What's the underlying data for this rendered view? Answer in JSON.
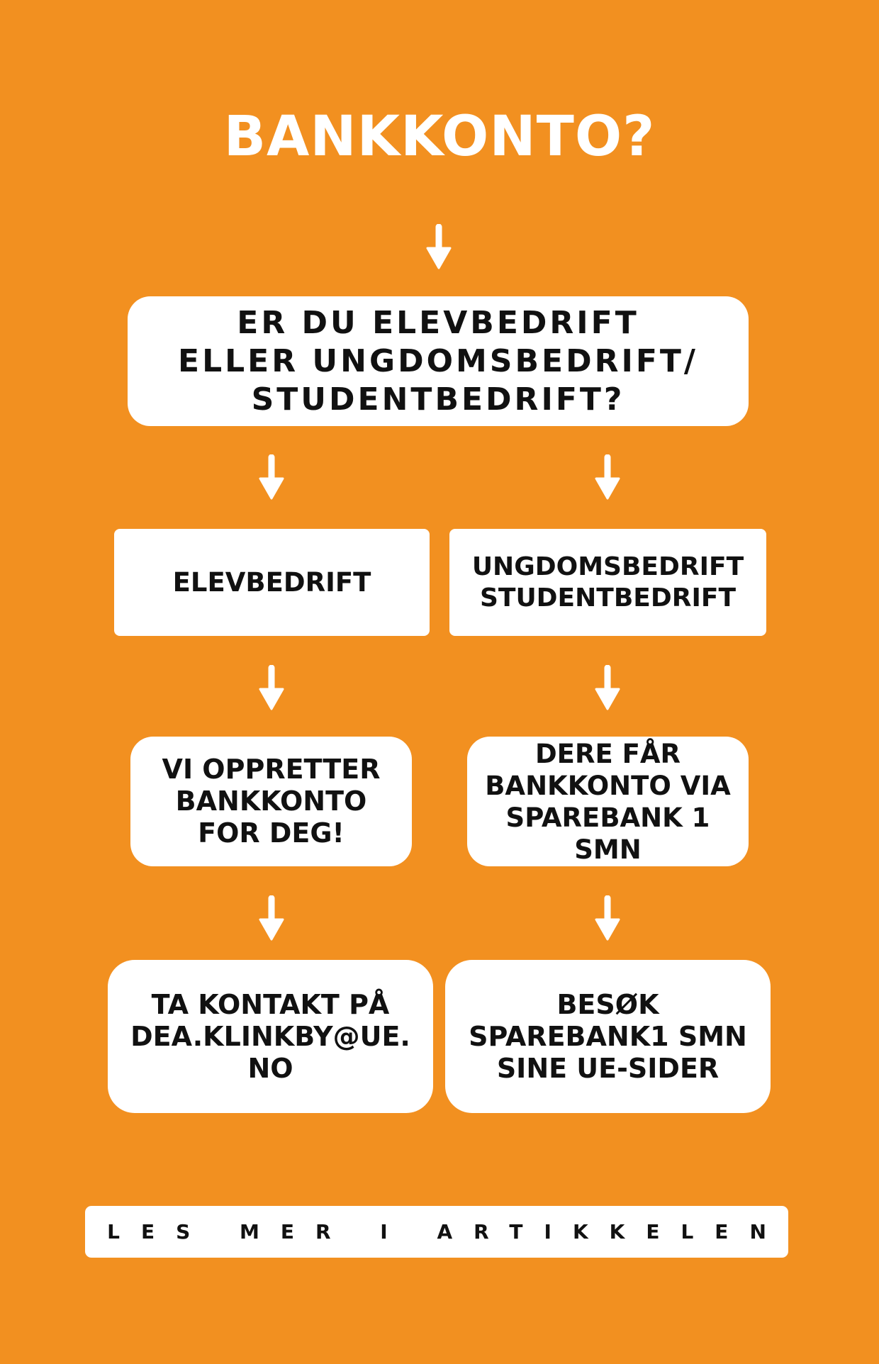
{
  "title": "BANKKONTO?",
  "question": "ER DU ELEVBEDRIFT\nELLER UNGDOMSBEDRIFT/\nSTUDENTBEDRIFT?",
  "left": {
    "option": "ELEVBEDRIFT",
    "result": "VI OPPRETTER\nBANKKONTO\nFOR DEG!",
    "action": "TA KONTAKT PÅ\nDEA.KLINKBY@UE.\nNO"
  },
  "right": {
    "option": "UNGDOMSBEDRIFT\nSTUDENTBEDRIFT",
    "result": "DERE FÅR\nBANKKONTO VIA\nSPAREBANK 1\nSMN",
    "action": "BESØK\nSPAREBANK1 SMN\nSINE UE-SIDER"
  },
  "footer": "LES MER I ARTIKKELEN",
  "colors": {
    "background": "#f29020",
    "box": "#ffffff",
    "text": "#111111"
  }
}
